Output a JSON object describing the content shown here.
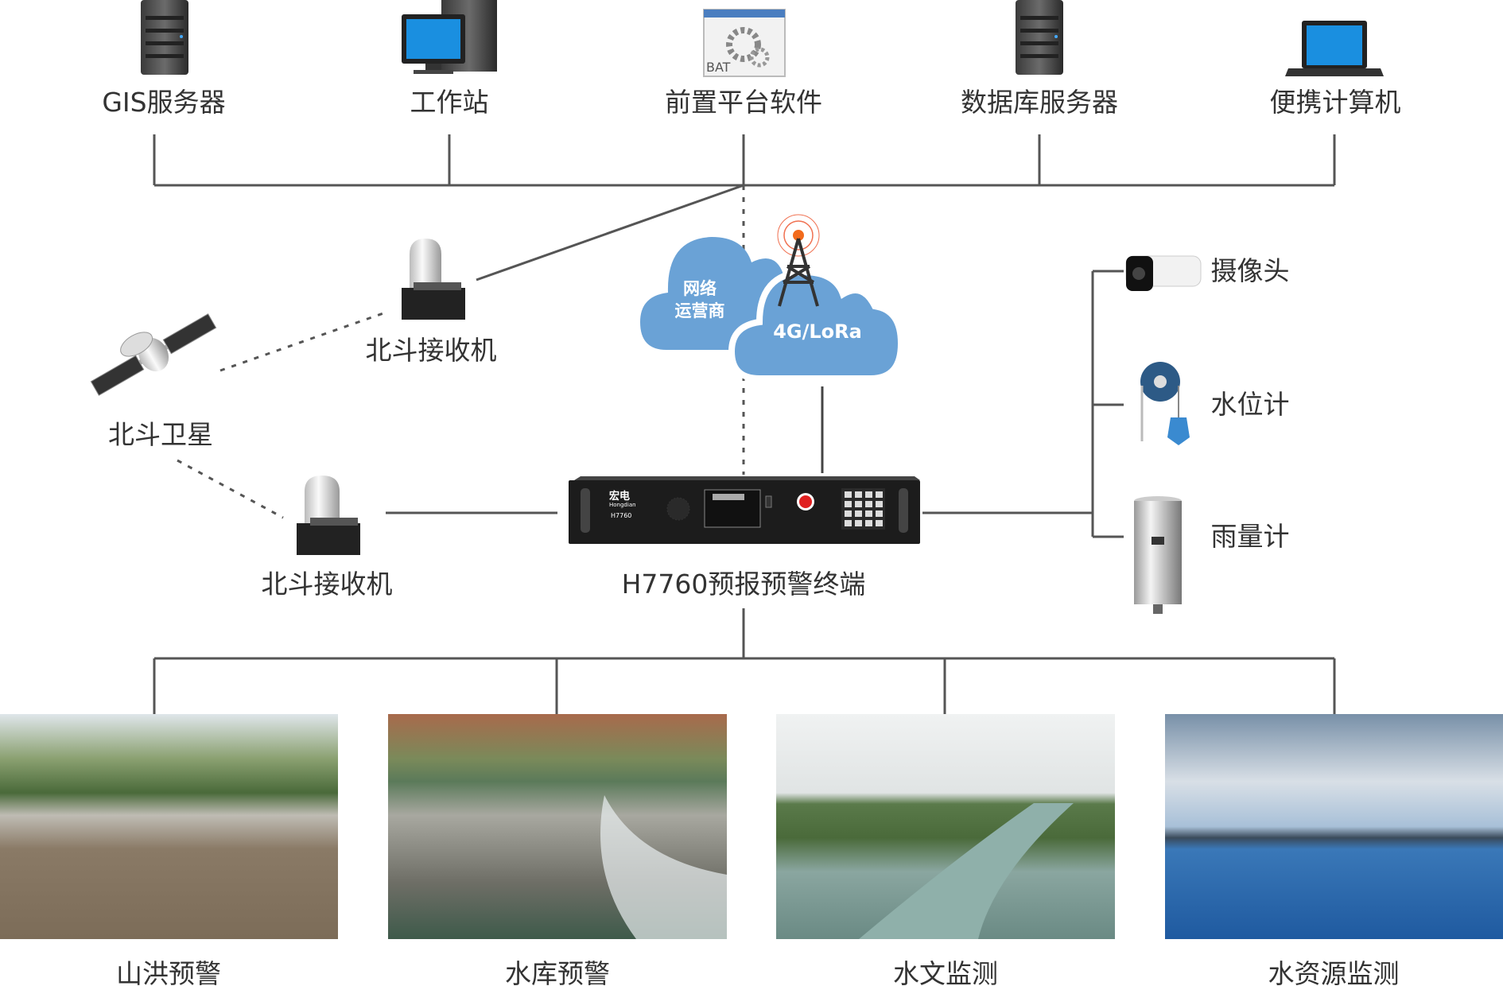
{
  "top_nodes": [
    {
      "label": "GIS服务器",
      "icon": "server-icon"
    },
    {
      "label": "工作站",
      "icon": "workstation-icon"
    },
    {
      "label": "前置平台软件",
      "icon": "bat-software-icon",
      "icon_text": "BAT"
    },
    {
      "label": "数据库服务器",
      "icon": "server-icon"
    },
    {
      "label": "便携计算机",
      "icon": "laptop-icon"
    }
  ],
  "satellite": {
    "label": "北斗卫星"
  },
  "receivers": [
    {
      "label": "北斗接收机"
    },
    {
      "label": "北斗接收机"
    }
  ],
  "clouds": {
    "operator": [
      "网络",
      "运营商"
    ],
    "wireless": "4G/LoRa"
  },
  "terminal": {
    "label": "H7760预报预警终端",
    "brand": "宏电",
    "brand_en": "Hongdian",
    "model": "H7760"
  },
  "sensors": [
    {
      "label": "摄像头",
      "icon": "camera-icon"
    },
    {
      "label": "水位计",
      "icon": "water-level-gauge-icon"
    },
    {
      "label": "雨量计",
      "icon": "rain-gauge-icon"
    }
  ],
  "applications": [
    {
      "label": "山洪预警"
    },
    {
      "label": "水库预警"
    },
    {
      "label": "水文监测"
    },
    {
      "label": "水资源监测"
    }
  ],
  "colors": {
    "cloud": "#6aa2d6",
    "line": "#555555",
    "text": "#333333",
    "alarm": "#e02020"
  }
}
